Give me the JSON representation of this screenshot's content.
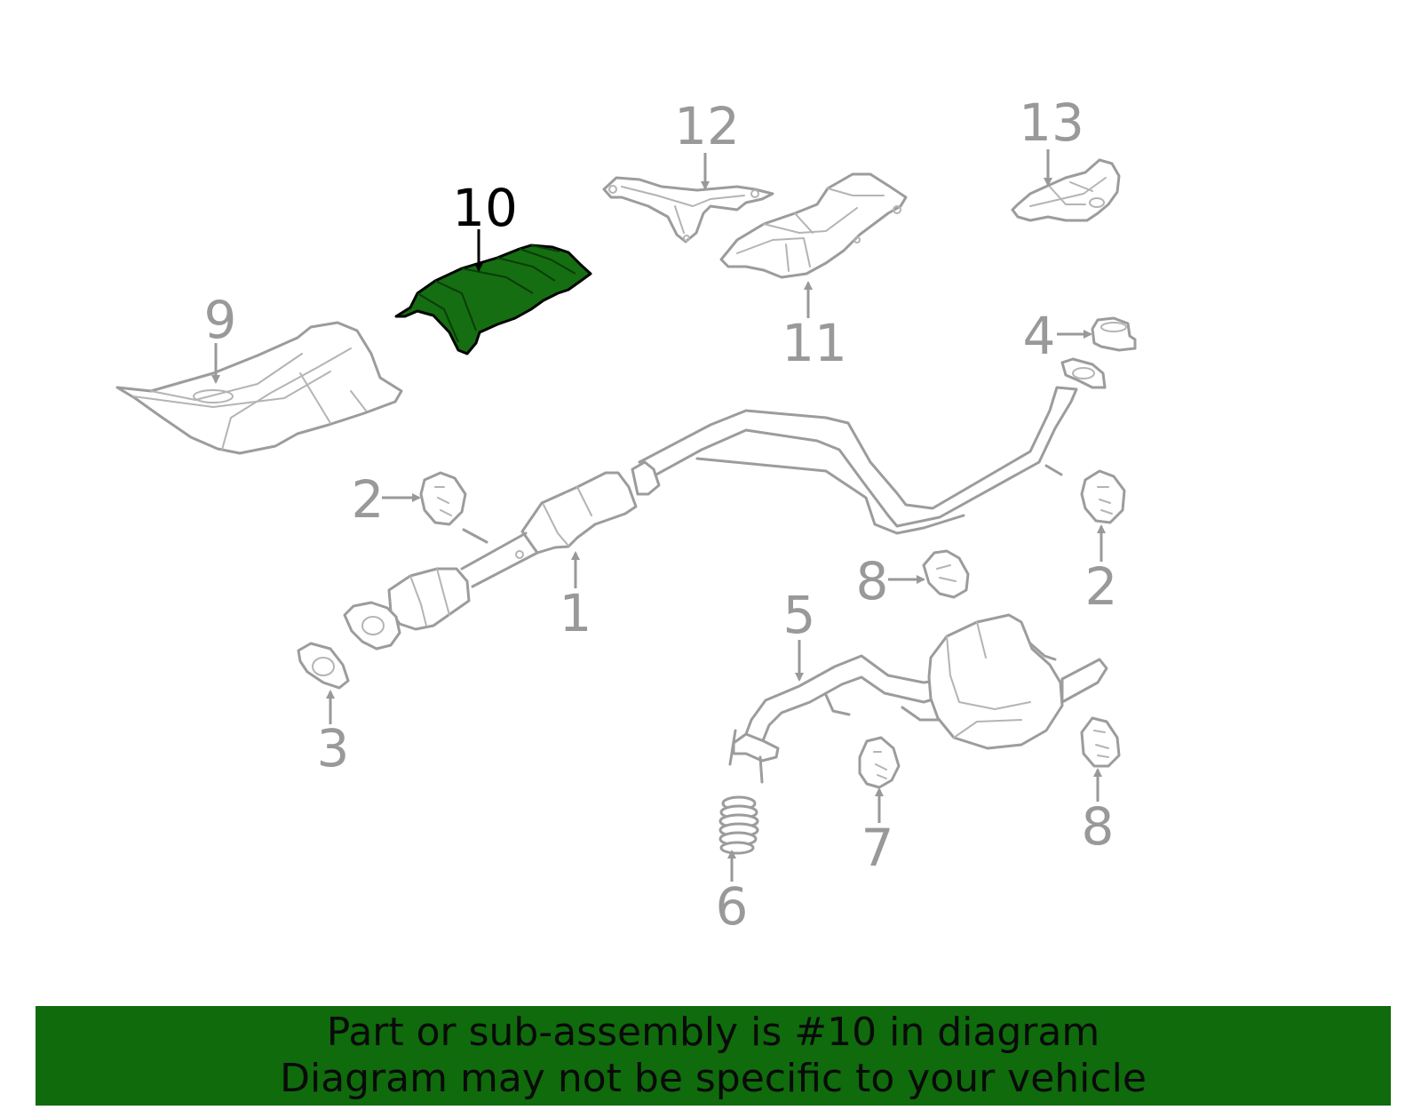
{
  "callouts": {
    "c1": "1",
    "c2a": "2",
    "c2b": "2",
    "c3": "3",
    "c4": "4",
    "c5": "5",
    "c6": "6",
    "c7": "7",
    "c8a": "8",
    "c8b": "8",
    "c9": "9",
    "c10": "10",
    "c11": "11",
    "c12": "12",
    "c13": "13"
  },
  "highlight": {
    "part_number": "10",
    "color": "#156e12"
  },
  "banner": {
    "line1": "Part or sub-assembly is #10 in diagram",
    "line2": "Diagram may not be specific to your vehicle",
    "background": "#0f6b0c"
  },
  "colors": {
    "part_outline": "#9c9c9c",
    "callout_text": "#999999"
  }
}
